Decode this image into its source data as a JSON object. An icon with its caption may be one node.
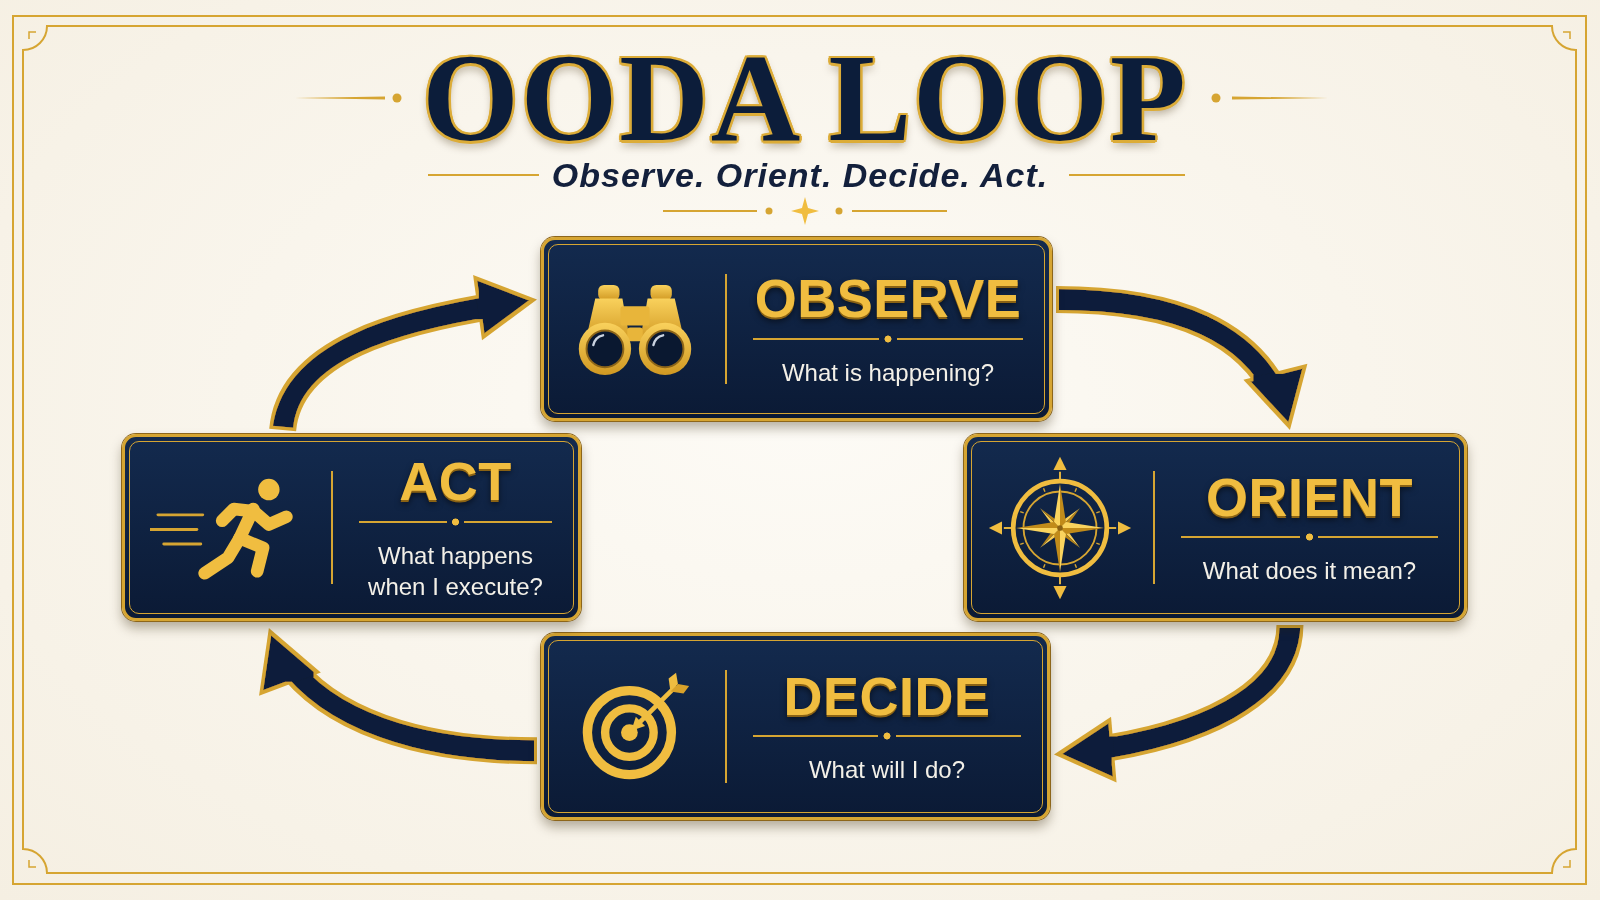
{
  "diagram": {
    "title": "OODA LOOP",
    "nodes": [
      {
        "text": [
          "OBSERVE",
          "What is happening?"
        ]
      },
      {
        "text": [
          "ORIENT",
          "What does it mean?"
        ]
      },
      {
        "text": [
          "DECIDE",
          "What will I do?"
        ]
      },
      {
        "text": [
          "ACT",
          "What happens when I execute?"
        ]
      }
    ],
    "edges": [
      {
        "from": 0,
        "to": 1,
        "arrow": "to"
      },
      {
        "from": 1,
        "to": 2,
        "arrow": "to"
      },
      {
        "from": 2,
        "to": 3,
        "arrow": "to"
      },
      {
        "from": 3,
        "to": 0,
        "arrow": "to"
      }
    ],
    "labels": [
      "Observe. Orient. Decide. Act."
    ]
  }
}
